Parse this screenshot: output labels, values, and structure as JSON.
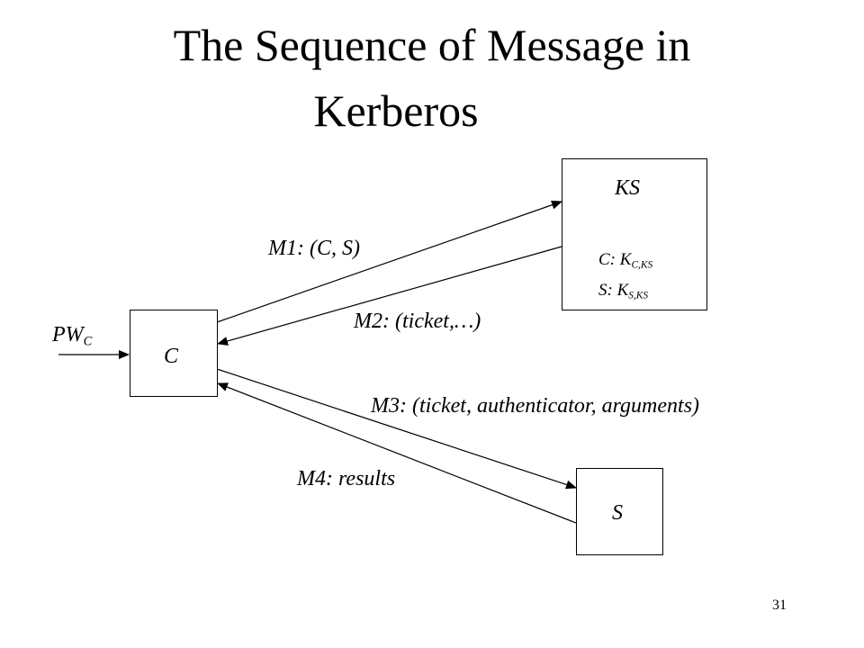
{
  "title": {
    "line1": "The Sequence of Message in",
    "line2": "Kerberos"
  },
  "nodes": {
    "ks": {
      "label": "KS",
      "key_c_prefix": "C: K",
      "key_c_sub": "C,KS",
      "key_s_prefix": "S: K",
      "key_s_sub": "S,KS"
    },
    "client": {
      "label": "C"
    },
    "server": {
      "label": "S"
    }
  },
  "input": {
    "prefix": "PW",
    "sub": "C"
  },
  "messages": {
    "m1": "M1: (C, S)",
    "m2": "M2: (ticket,…)",
    "m3": "M3: (ticket, authenticator, arguments)",
    "m4": "M4: results"
  },
  "slide_number": "31"
}
